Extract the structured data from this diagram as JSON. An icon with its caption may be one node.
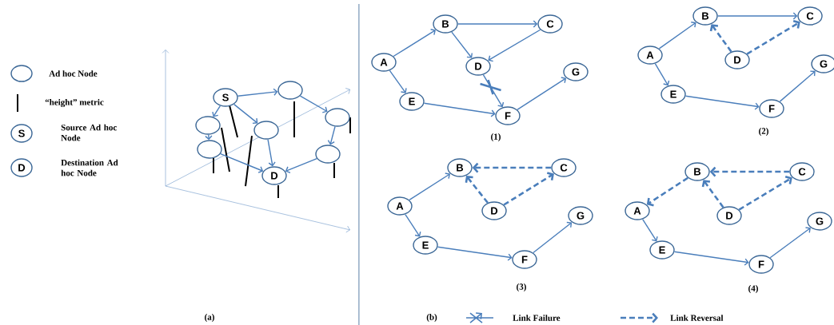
{
  "diagram": {
    "nodes": [
      {
        "text": [
          "S"
        ]
      },
      {
        "text": [
          "D"
        ]
      },
      {
        "text": [
          "S"
        ]
      },
      {
        "text": [],
        "shape": "circle"
      },
      {
        "text": [],
        "shape": "circle"
      },
      {
        "text": [],
        "shape": "circle"
      },
      {
        "text": [],
        "shape": "circle"
      },
      {
        "text": [],
        "shape": "circle"
      },
      {
        "text": [],
        "shape": "circle"
      },
      {
        "text": [
          "D"
        ]
      },
      {
        "text": [
          "A"
        ]
      },
      {
        "text": [
          "B"
        ]
      },
      {
        "text": [
          "C"
        ]
      },
      {
        "text": [
          "D"
        ]
      },
      {
        "text": [
          "E"
        ]
      },
      {
        "text": [
          "F"
        ]
      },
      {
        "text": [
          "G"
        ]
      },
      {
        "text": [
          "A"
        ]
      },
      {
        "text": [
          "B"
        ]
      },
      {
        "text": [
          "C"
        ]
      },
      {
        "text": [
          "D"
        ]
      },
      {
        "text": [
          "E"
        ]
      },
      {
        "text": [
          "F"
        ]
      },
      {
        "text": [
          "G"
        ]
      },
      {
        "text": [
          "A"
        ]
      },
      {
        "text": [
          "B"
        ]
      },
      {
        "text": [
          "C"
        ]
      },
      {
        "text": [
          "D"
        ]
      },
      {
        "text": [
          "E"
        ]
      },
      {
        "text": [
          "F"
        ]
      },
      {
        "text": [
          "G"
        ]
      },
      {
        "text": [
          "A"
        ]
      },
      {
        "text": [
          "B"
        ]
      },
      {
        "text": [
          "C"
        ]
      },
      {
        "text": [
          "D"
        ]
      },
      {
        "text": [
          "E"
        ]
      },
      {
        "text": [
          "F"
        ]
      },
      {
        "text": [
          "G"
        ]
      }
    ],
    "edges": [
      {
        "from": 2,
        "to": 3,
        "arrow": "to"
      },
      {
        "from": 3,
        "to": 6,
        "arrow": "to"
      },
      {
        "from": 6,
        "to": 8,
        "arrow": "to"
      },
      {
        "from": 8,
        "to": 9,
        "arrow": "to"
      },
      {
        "from": 2,
        "to": 4,
        "arrow": "to"
      },
      {
        "from": 4,
        "to": 7,
        "arrow": "to"
      },
      {
        "from": 7,
        "to": 9,
        "arrow": "to"
      },
      {
        "from": 2,
        "to": 5,
        "arrow": "to"
      },
      {
        "from": 5,
        "to": 9,
        "arrow": "to"
      },
      {
        "from": 10,
        "to": 11,
        "arrow": "to"
      },
      {
        "from": 11,
        "to": 12,
        "arrow": "to"
      },
      {
        "from": 11,
        "to": 13,
        "arrow": "to"
      },
      {
        "from": 12,
        "to": 13,
        "arrow": "to"
      },
      {
        "from": 13,
        "to": 15,
        "arrow": "to"
      },
      {
        "from": 10,
        "to": 14,
        "arrow": "to"
      },
      {
        "from": 14,
        "to": 15,
        "arrow": "to"
      },
      {
        "from": 15,
        "to": 16,
        "arrow": "to"
      },
      {
        "from": 17,
        "to": 18,
        "arrow": "to"
      },
      {
        "from": 18,
        "to": 19,
        "arrow": "to"
      },
      {
        "from": 20,
        "to": 18,
        "arrow": "to",
        "style": "dashed"
      },
      {
        "from": 20,
        "to": 19,
        "arrow": "to",
        "style": "dashed"
      },
      {
        "from": 17,
        "to": 21,
        "arrow": "to"
      },
      {
        "from": 21,
        "to": 22,
        "arrow": "to"
      },
      {
        "from": 22,
        "to": 23,
        "arrow": "to"
      },
      {
        "from": 24,
        "to": 25,
        "arrow": "to"
      },
      {
        "from": 26,
        "to": 25,
        "arrow": "to",
        "style": "dashed"
      },
      {
        "from": 27,
        "to": 25,
        "arrow": "to",
        "style": "dashed"
      },
      {
        "from": 27,
        "to": 26,
        "arrow": "to",
        "style": "dashed"
      },
      {
        "from": 24,
        "to": 28,
        "arrow": "to"
      },
      {
        "from": 28,
        "to": 29,
        "arrow": "to"
      },
      {
        "from": 29,
        "to": 30,
        "arrow": "to"
      },
      {
        "from": 32,
        "to": 31,
        "arrow": "to",
        "style": "dashed"
      },
      {
        "from": 33,
        "to": 32,
        "arrow": "to",
        "style": "dashed"
      },
      {
        "from": 34,
        "to": 32,
        "arrow": "to",
        "style": "dashed"
      },
      {
        "from": 34,
        "to": 33,
        "arrow": "to",
        "style": "dashed"
      },
      {
        "from": 31,
        "to": 35,
        "arrow": "to"
      },
      {
        "from": 35,
        "to": 36,
        "arrow": "to"
      },
      {
        "from": 36,
        "to": 37,
        "arrow": "to"
      }
    ],
    "labels": [
      "(1)",
      "(2)",
      "(3)",
      "(4)",
      "(a)",
      "(b)"
    ],
    "legend": [
      {
        "text": "Ad hoc Node"
      },
      {
        "text": "“height” metric"
      },
      {
        "text": "Source Ad hoc Node"
      },
      {
        "text": "Destination Ad hoc Node"
      },
      {
        "text": "Link Failure"
      },
      {
        "text": "Link Reversal"
      }
    ]
  }
}
